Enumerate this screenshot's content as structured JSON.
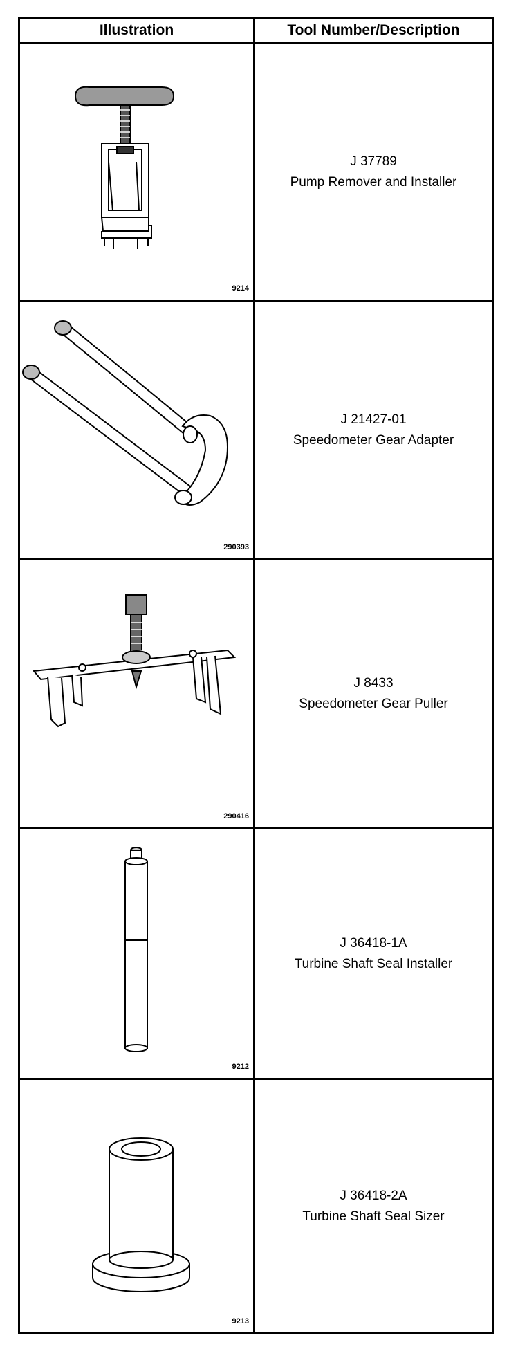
{
  "header": {
    "col1": "Illustration",
    "col2": "Tool Number/Description"
  },
  "tools": [
    {
      "fig": "9214",
      "number": "J 37789",
      "description": "Pump Remover and Installer",
      "icon": "pump-remover-installer-icon"
    },
    {
      "fig": "290393",
      "number": "J 21427-01",
      "description": "Speedometer Gear Adapter",
      "icon": "speedometer-gear-adapter-icon"
    },
    {
      "fig": "290416",
      "number": "J 8433",
      "description": "Speedometer Gear Puller",
      "icon": "speedometer-gear-puller-icon"
    },
    {
      "fig": "9212",
      "number": "J 36418-1A",
      "description": "Turbine Shaft Seal Installer",
      "icon": "turbine-shaft-seal-installer-icon"
    },
    {
      "fig": "9213",
      "number": "J 36418-2A",
      "description": "Turbine Shaft Seal Sizer",
      "icon": "turbine-shaft-seal-sizer-icon"
    }
  ]
}
